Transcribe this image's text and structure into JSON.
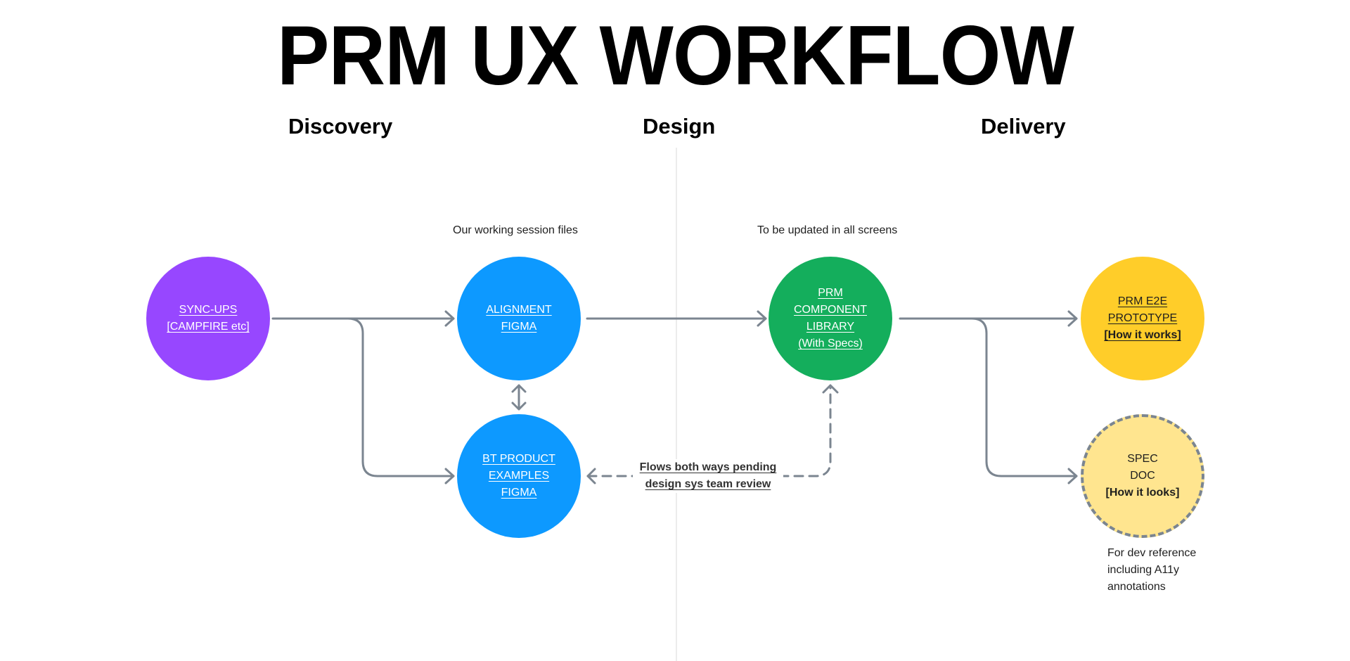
{
  "title": "PRM UX WORKFLOW",
  "phases": {
    "discovery": "Discovery",
    "design": "Design",
    "delivery": "Delivery"
  },
  "notes": {
    "working_session": "Our working session files",
    "to_be_updated": "To be updated in all screens",
    "dev_reference": "For dev reference\nincluding A11y\nannotations"
  },
  "colors": {
    "sync_ups": "#9747ff",
    "figma_blue": "#0d99ff",
    "component_library": "#14ae5c",
    "prototype": "#ffcd29",
    "spec_doc": "#ffe58f",
    "connector": "#7b8590",
    "divider": "#ececec"
  },
  "nodes": {
    "sync_ups": {
      "lines": [
        "SYNC-UPS",
        "[CAMPFIRE etc]"
      ],
      "is_link": true
    },
    "alignment_figma": {
      "lines": [
        "ALIGNMENT",
        "FIGMA"
      ],
      "is_link": true
    },
    "bt_product_examples": {
      "lines": [
        "BT PRODUCT",
        "EXAMPLES",
        "FIGMA"
      ],
      "is_link": true
    },
    "component_library": {
      "lines": [
        "PRM",
        "COMPONENT",
        "LIBRARY",
        "(With Specs)"
      ],
      "is_link": true
    },
    "e2e_prototype": {
      "lines": [
        "PRM E2E",
        "PROTOTYPE",
        "[How it works]"
      ],
      "is_link": true
    },
    "spec_doc": {
      "lines": [
        "SPEC",
        "DOC",
        "[How it looks]"
      ],
      "is_link": false
    }
  },
  "flow_label": {
    "line1": "Flows both ways pending",
    "line2": "design sys team review"
  }
}
